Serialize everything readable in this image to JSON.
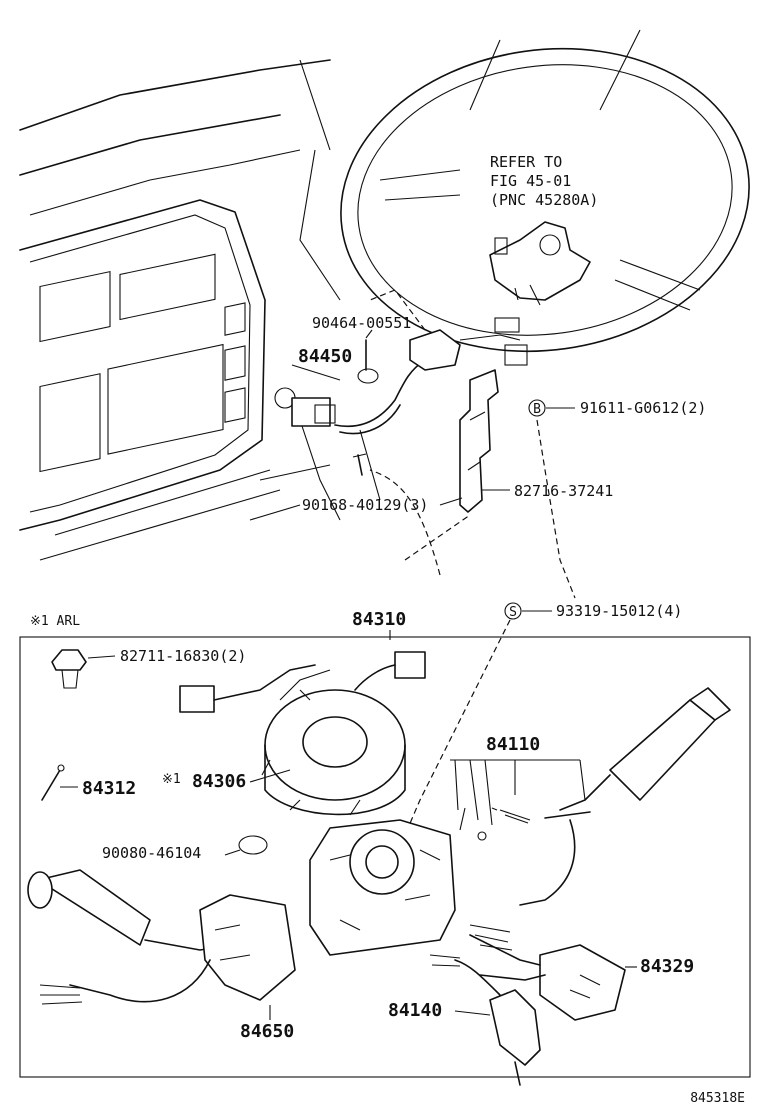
{
  "refer": [
    "REFER TO",
    "FIG 45-01",
    "(PNC 45280A)"
  ],
  "box_note": "※1 ARL",
  "figure_code": "845318E",
  "markers": {
    "b": "B",
    "s": "S"
  },
  "parts": {
    "p90464": "90464-00551",
    "p84450": "84450",
    "p91611": "91611-G0612(2)",
    "p90168": "90168-40129(3)",
    "p82716": "82716-37241",
    "p93319": "93319-15012(4)",
    "p84310": "84310",
    "p82711": "82711-16830(2)",
    "p84110": "84110",
    "p84312": "84312",
    "p84306_mark": "※1",
    "p84306": "84306",
    "p90080": "90080-46104",
    "p84329": "84329",
    "p84140": "84140",
    "p84650": "84650"
  }
}
